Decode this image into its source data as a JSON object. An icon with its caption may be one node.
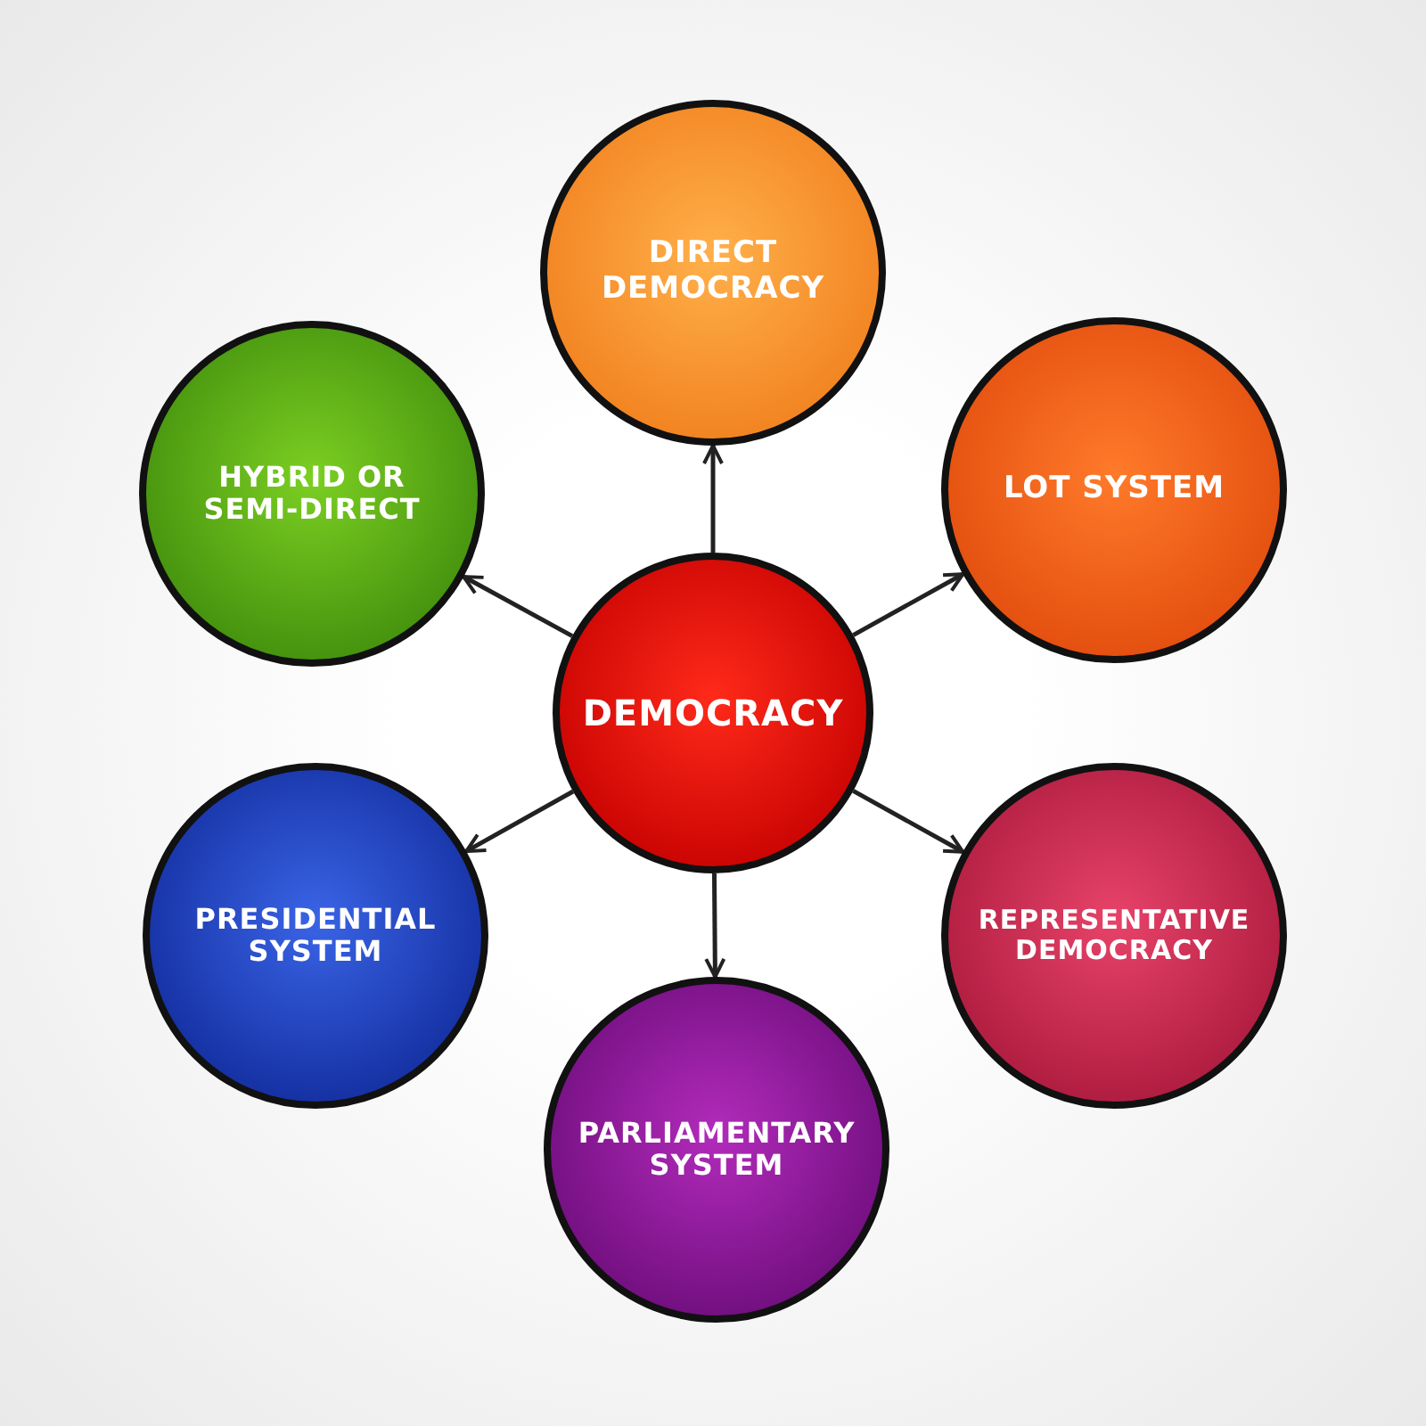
{
  "diagram": {
    "nodes": [
      {
        "text": [
          "DEMOCRACY"
        ]
      },
      {
        "text": [
          "DIRECT DEMOCRACY"
        ]
      },
      {
        "text": [
          "LOT SYSTEM"
        ]
      },
      {
        "text": [
          "REPRESENTATIVE DEMOCRACY"
        ]
      },
      {
        "text": [
          "PARLIAMENTARY SYSTEM"
        ]
      },
      {
        "text": [
          "PRESIDENTIAL SYSTEM"
        ]
      },
      {
        "text": [
          "HYBRID OR SEMI-DIRECT"
        ]
      }
    ],
    "edges": [
      {
        "from": 0,
        "to": 1,
        "arrow": "to"
      },
      {
        "from": 0,
        "to": 2,
        "arrow": "to"
      },
      {
        "from": 0,
        "to": 3,
        "arrow": "to"
      },
      {
        "from": 0,
        "to": 4,
        "arrow": "to"
      },
      {
        "from": 0,
        "to": 5,
        "arrow": "to"
      },
      {
        "from": 0,
        "to": 6,
        "arrow": "to"
      }
    ]
  }
}
